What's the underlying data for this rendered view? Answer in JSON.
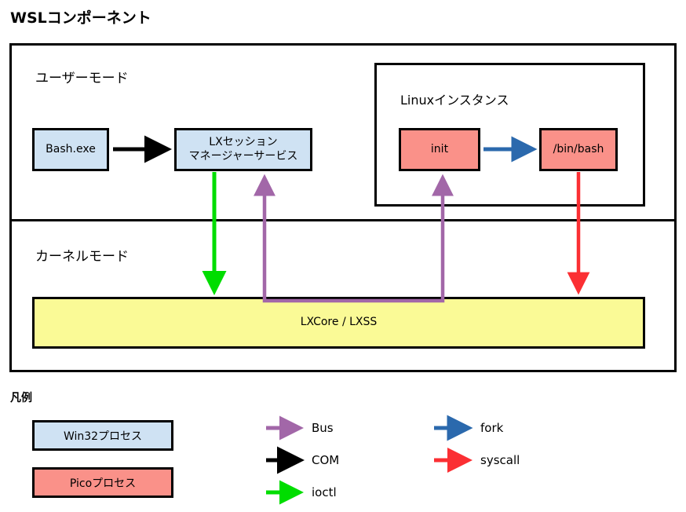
{
  "title": "WSLコンポーネント",
  "zones": {
    "user_mode": "ユーザーモード",
    "kernel_mode": "カーネルモード"
  },
  "linux_instance": {
    "label": "Linuxインスタンス"
  },
  "nodes": {
    "bash_exe": "Bash.exe",
    "lx_session_manager_line1": "LXセッション",
    "lx_session_manager_line2": "マネージャーサービス",
    "init": "init",
    "bin_bash": "/bin/bash",
    "lxcore": "LXCore / LXSS"
  },
  "colors": {
    "win32_process": "#cfe2f3",
    "pico_process": "#fa9189",
    "kernel_component": "#fafa96",
    "bus_arrow": "#a267a8",
    "com_arrow": "#000000",
    "ioctl_arrow": "#00dd00",
    "fork_arrow": "#2b69ad",
    "syscall_arrow": "#fb2f33",
    "outline": "#000000"
  },
  "legend": {
    "title": "凡例",
    "swatches": [
      {
        "label": "Win32プロセス",
        "color": "#cfe2f3"
      },
      {
        "label": "Picoプロセス",
        "color": "#fa9189"
      }
    ],
    "arrows": [
      {
        "label": "Bus",
        "color": "#a267a8"
      },
      {
        "label": "COM",
        "color": "#000000"
      },
      {
        "label": "ioctl",
        "color": "#00dd00"
      },
      {
        "label": "fork",
        "color": "#2b69ad"
      },
      {
        "label": "syscall",
        "color": "#fb2f33"
      }
    ]
  },
  "connections": [
    {
      "name": "bash-to-lxss",
      "type": "COM",
      "from": "Bash.exe",
      "to": "LXセッションマネージャーサービス"
    },
    {
      "name": "lxss-to-lxcore",
      "type": "ioctl",
      "from": "LXセッションマネージャーサービス",
      "to": "LXCore / LXSS"
    },
    {
      "name": "lxcore-to-lxss",
      "type": "Bus",
      "from": "LXCore / LXSS",
      "to": "LXセッションマネージャーサービス"
    },
    {
      "name": "lxcore-to-init",
      "type": "Bus",
      "from": "LXCore / LXSS",
      "to": "init"
    },
    {
      "name": "init-to-binbash",
      "type": "fork",
      "from": "init",
      "to": "/bin/bash"
    },
    {
      "name": "binbash-to-lxcore",
      "type": "syscall",
      "from": "/bin/bash",
      "to": "LXCore / LXSS"
    }
  ]
}
